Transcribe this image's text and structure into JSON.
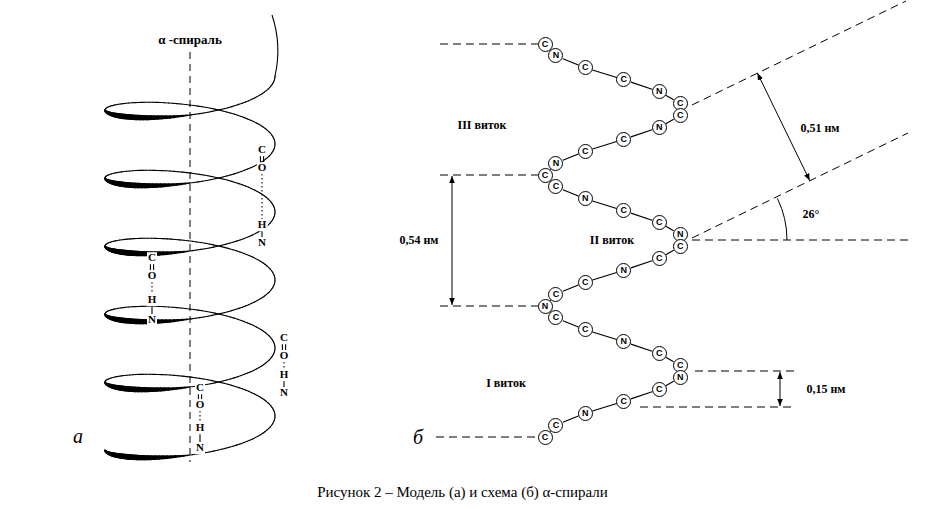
{
  "diagram": {
    "caption": "Рисунок 2 – Модель (а) и схема (б) α-спирали",
    "nodes": [
      {
        "text": [
          "C"
        ]
      },
      {
        "text": [
          "N"
        ]
      },
      {
        "text": [
          "C"
        ]
      },
      {
        "text": [
          "C"
        ]
      },
      {
        "text": [
          "N"
        ]
      },
      {
        "text": [
          "C"
        ]
      },
      {
        "text": [
          "C"
        ]
      },
      {
        "text": [
          "N"
        ]
      },
      {
        "text": [
          "C"
        ]
      },
      {
        "text": [
          "C"
        ]
      },
      {
        "text": [
          "N"
        ]
      },
      {
        "text": [
          "C"
        ]
      },
      {
        "text": [
          "C"
        ]
      },
      {
        "text": [
          "N"
        ]
      },
      {
        "text": [
          "C"
        ]
      },
      {
        "text": [
          "C"
        ]
      },
      {
        "text": [
          "N"
        ]
      },
      {
        "text": [
          "C"
        ]
      },
      {
        "text": [
          "C"
        ]
      },
      {
        "text": [
          "N"
        ]
      },
      {
        "text": [
          "C"
        ]
      },
      {
        "text": [
          "C"
        ]
      },
      {
        "text": [
          "N"
        ]
      },
      {
        "text": [
          "C"
        ]
      },
      {
        "text": [
          "C"
        ]
      },
      {
        "text": [
          "N"
        ]
      },
      {
        "text": [
          "C"
        ]
      },
      {
        "text": [
          "C"
        ]
      },
      {
        "text": [
          "N"
        ]
      },
      {
        "text": [
          "C"
        ]
      },
      {
        "text": [
          "C"
        ]
      },
      {
        "text": [
          "N"
        ]
      },
      {
        "text": [
          "C"
        ]
      },
      {
        "text": [
          "C"
        ]
      }
    ],
    "edges": [
      {
        "from": 0,
        "to": 1,
        "arrow": "none"
      },
      {
        "from": 1,
        "to": 2,
        "arrow": "none"
      },
      {
        "from": 2,
        "to": 3,
        "arrow": "none"
      },
      {
        "from": 3,
        "to": 4,
        "arrow": "none"
      },
      {
        "from": 4,
        "to": 5,
        "arrow": "none"
      },
      {
        "from": 5,
        "to": 6,
        "arrow": "none"
      },
      {
        "from": 6,
        "to": 7,
        "arrow": "none"
      },
      {
        "from": 7,
        "to": 8,
        "arrow": "none"
      },
      {
        "from": 8,
        "to": 9,
        "arrow": "none"
      },
      {
        "from": 9,
        "to": 10,
        "arrow": "none"
      },
      {
        "from": 10,
        "to": 11,
        "arrow": "none"
      },
      {
        "from": 11,
        "to": 12,
        "arrow": "none"
      },
      {
        "from": 12,
        "to": 13,
        "arrow": "none"
      },
      {
        "from": 13,
        "to": 14,
        "arrow": "none"
      },
      {
        "from": 14,
        "to": 15,
        "arrow": "none"
      },
      {
        "from": 15,
        "to": 16,
        "arrow": "none"
      },
      {
        "from": 16,
        "to": 17,
        "arrow": "none"
      },
      {
        "from": 17,
        "to": 18,
        "arrow": "none"
      },
      {
        "from": 18,
        "to": 19,
        "arrow": "none"
      },
      {
        "from": 19,
        "to": 20,
        "arrow": "none"
      },
      {
        "from": 20,
        "to": 21,
        "arrow": "none"
      },
      {
        "from": 21,
        "to": 22,
        "arrow": "none"
      },
      {
        "from": 22,
        "to": 23,
        "arrow": "none"
      },
      {
        "from": 23,
        "to": 24,
        "arrow": "none"
      },
      {
        "from": 24,
        "to": 25,
        "arrow": "none"
      },
      {
        "from": 25,
        "to": 26,
        "arrow": "none"
      },
      {
        "from": 26,
        "to": 27,
        "arrow": "none"
      },
      {
        "from": 27,
        "to": 28,
        "arrow": "none"
      },
      {
        "from": 28,
        "to": 29,
        "arrow": "none"
      },
      {
        "from": 29,
        "to": 30,
        "arrow": "none"
      },
      {
        "from": 30,
        "to": 31,
        "arrow": "none"
      },
      {
        "from": 31,
        "to": 32,
        "arrow": "none"
      },
      {
        "from": 32,
        "to": 33,
        "arrow": "none"
      }
    ],
    "labels": [
      "α -спираль",
      "C",
      "O",
      "H",
      "N",
      "C",
      "O",
      "H",
      "N",
      "C",
      "O",
      "H",
      "N",
      "C",
      "O",
      "H",
      "N",
      "а",
      "б",
      "III виток",
      "II виток",
      "I виток",
      "0,54 нм",
      "0,51 нм",
      "26°",
      "0,15 нм"
    ]
  }
}
